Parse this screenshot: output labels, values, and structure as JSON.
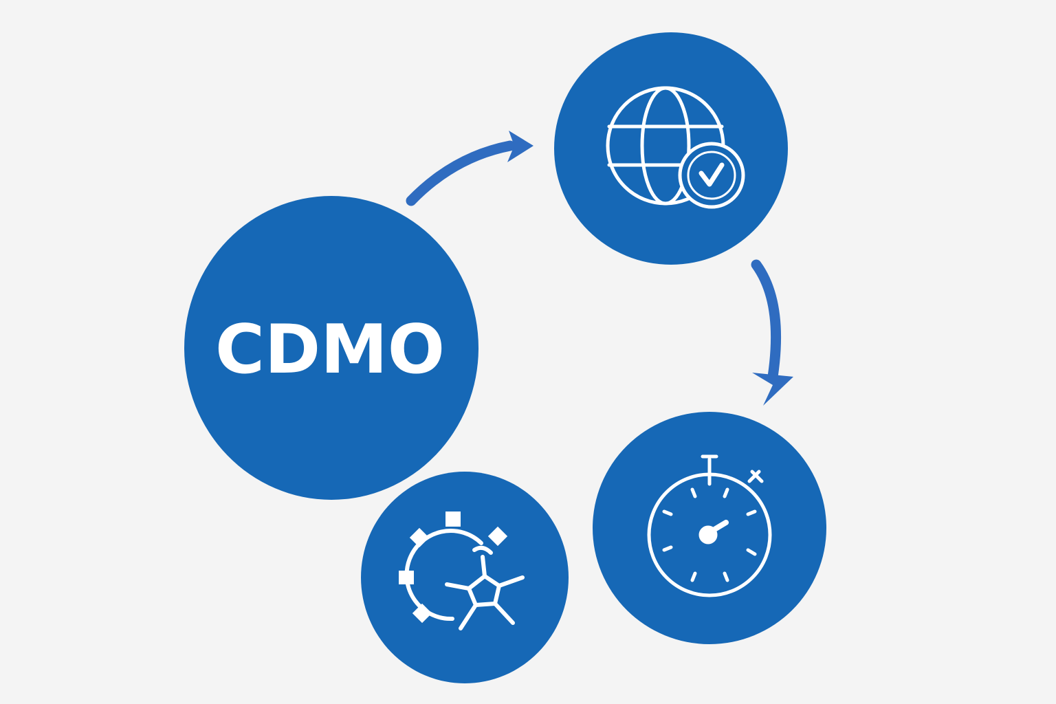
{
  "diagram": {
    "colors": {
      "background": "#f4f4f4",
      "node_fill": "#1668b6",
      "arrow": "#2f6cc0",
      "icon_stroke": "#ffffff"
    },
    "nodes": [
      {
        "id": "cdmo",
        "label": "CDMO",
        "icon": null
      },
      {
        "id": "global",
        "label": "",
        "icon": "globe-check-icon"
      },
      {
        "id": "speed",
        "label": "",
        "icon": "stopwatch-icon"
      },
      {
        "id": "process",
        "label": "",
        "icon": "gear-molecule-icon"
      }
    ],
    "edges": [
      {
        "from": "cdmo",
        "to": "global"
      },
      {
        "from": "global",
        "to": "speed"
      }
    ]
  }
}
